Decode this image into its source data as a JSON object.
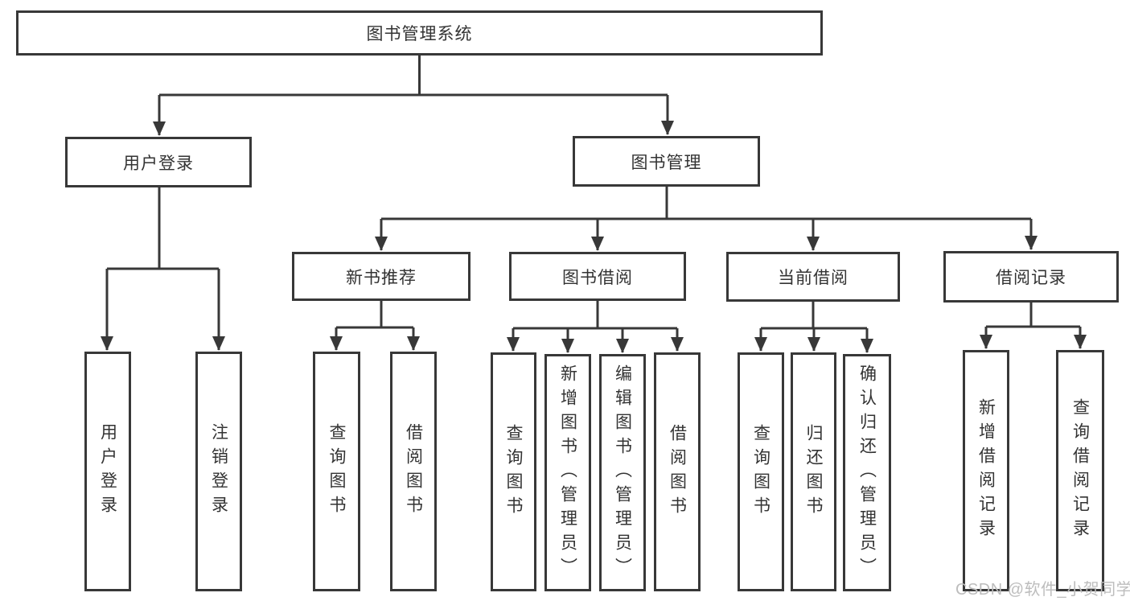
{
  "tree": {
    "label": "图书管理系统",
    "children": [
      {
        "label": "用户登录",
        "children": [
          {
            "label": "用户登录"
          },
          {
            "label": "注销登录"
          }
        ]
      },
      {
        "label": "图书管理",
        "children": [
          {
            "label": "新书推荐",
            "children": [
              {
                "label": "查询图书"
              },
              {
                "label": "借阅图书"
              }
            ]
          },
          {
            "label": "图书借阅",
            "children": [
              {
                "label": "查询图书"
              },
              {
                "label": "新增图书（管理员）"
              },
              {
                "label": "编辑图书（管理员）"
              },
              {
                "label": "借阅图书"
              }
            ]
          },
          {
            "label": "当前借阅",
            "children": [
              {
                "label": "查询图书"
              },
              {
                "label": "归还图书"
              },
              {
                "label": "确认归还（管理员）"
              }
            ]
          },
          {
            "label": "借阅记录",
            "children": [
              {
                "label": "新增借阅记录"
              },
              {
                "label": "查询借阅记录"
              }
            ]
          }
        ]
      }
    ]
  },
  "watermark": {
    "text": "CSDN @软件_小贺同学"
  },
  "colors": {
    "line": "#383838",
    "text": "#333333",
    "watermark": "#bdbdbd",
    "background": "#ffffff"
  }
}
